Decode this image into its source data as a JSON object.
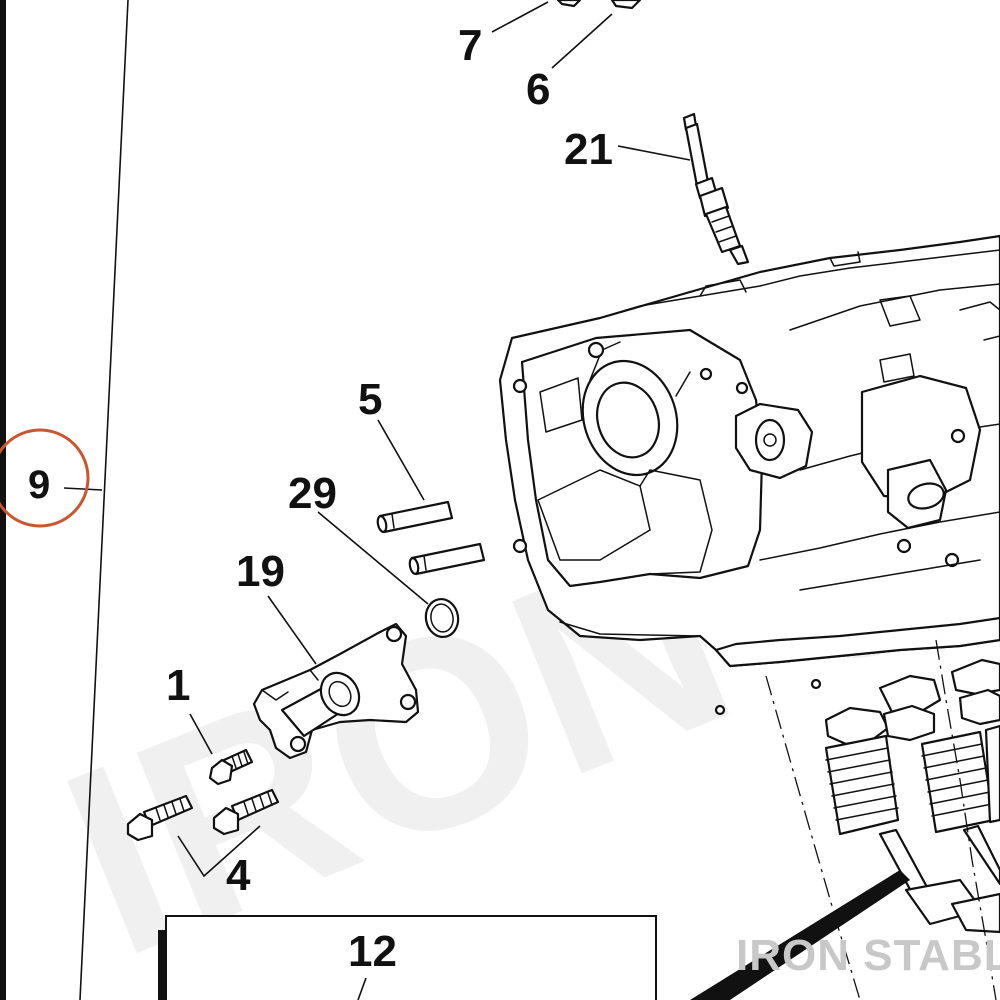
{
  "diagram": {
    "callouts": {
      "c7": "7",
      "c6": "6",
      "c21": "21",
      "c5": "5",
      "c29": "29",
      "c19": "19",
      "c1": "1",
      "c4": "4",
      "c9": "9",
      "c12": "12"
    },
    "watermark_text": "IRON ST",
    "stamp_text": "IRON STABLE",
    "highlight_color": "#c8562f",
    "line_color": "#111111"
  }
}
